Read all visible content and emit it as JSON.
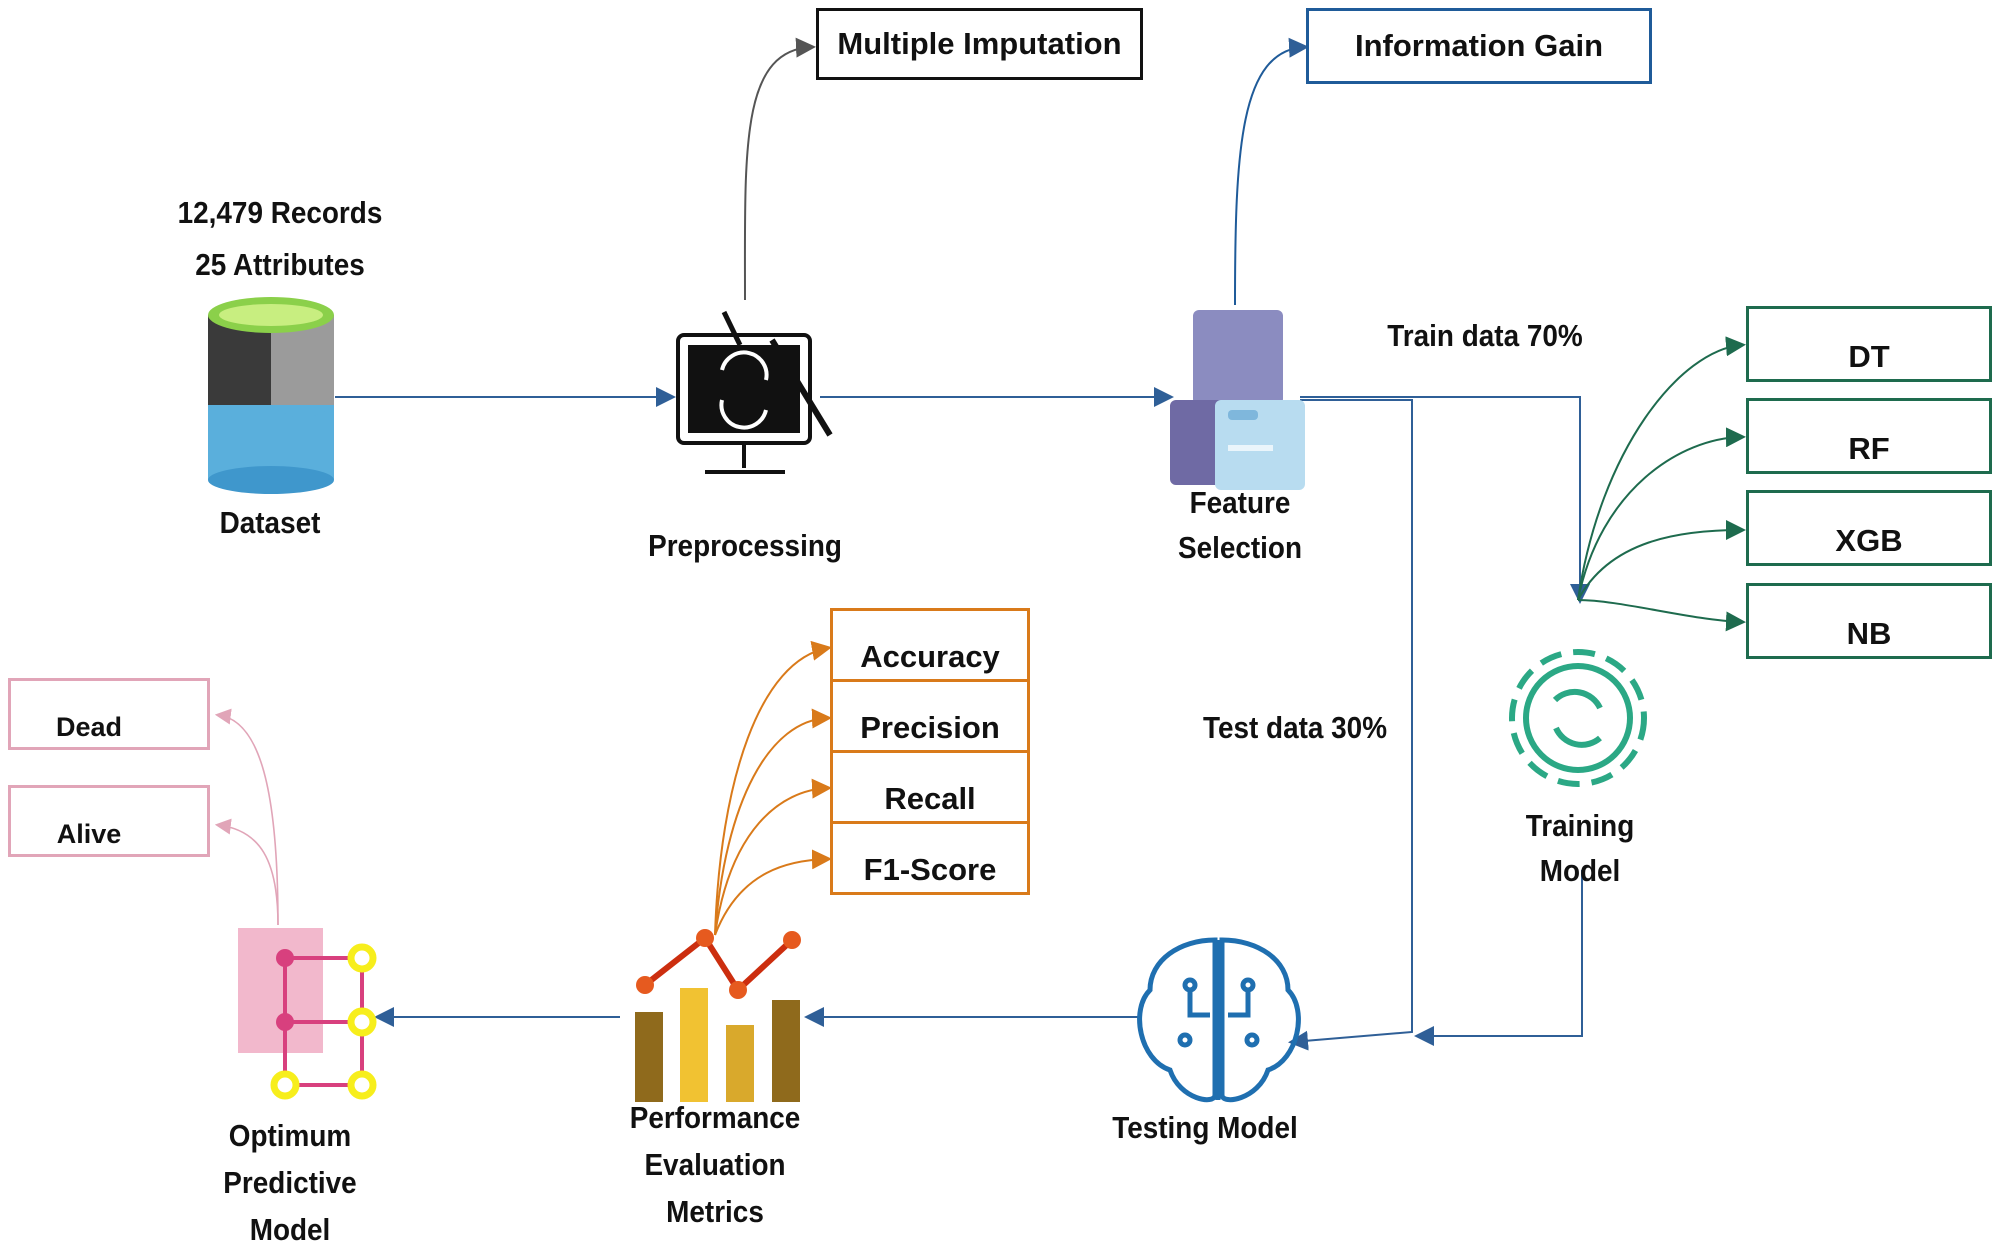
{
  "dataset": {
    "records": "12,479 Records",
    "attributes": "25  Attributes",
    "label": "Dataset"
  },
  "preprocessing": {
    "label": "Preprocessing",
    "method": "Multiple Imputation"
  },
  "feature_selection": {
    "label_line1": "Feature",
    "label_line2": "Selection",
    "method": "Information  Gain"
  },
  "split": {
    "train": "Train data 70%",
    "test": "Test data 30%"
  },
  "training": {
    "label_line1": "Training",
    "label_line2": "Model",
    "models": [
      "DT",
      "RF",
      "XGB",
      "NB"
    ]
  },
  "testing": {
    "label": "Testing Model"
  },
  "evaluation": {
    "label_line1": "Performance",
    "label_line2": "Evaluation",
    "label_line3": "Metrics",
    "metrics": [
      "Accuracy",
      "Precision",
      "Recall",
      "F1-Score"
    ]
  },
  "optimum": {
    "label_line1": "Optimum",
    "label_line2": "Predictive",
    "label_line3": "Model",
    "outcomes": [
      "Dead",
      "Alive"
    ]
  },
  "colors": {
    "flow_blue": "#2f5f97",
    "model_green": "#1e6b4e",
    "metric_orange": "#d97a1a",
    "outcome_pink": "#e1a5b8",
    "imputation_gray": "#555555",
    "info_gain_blue": "#1f5b99"
  }
}
